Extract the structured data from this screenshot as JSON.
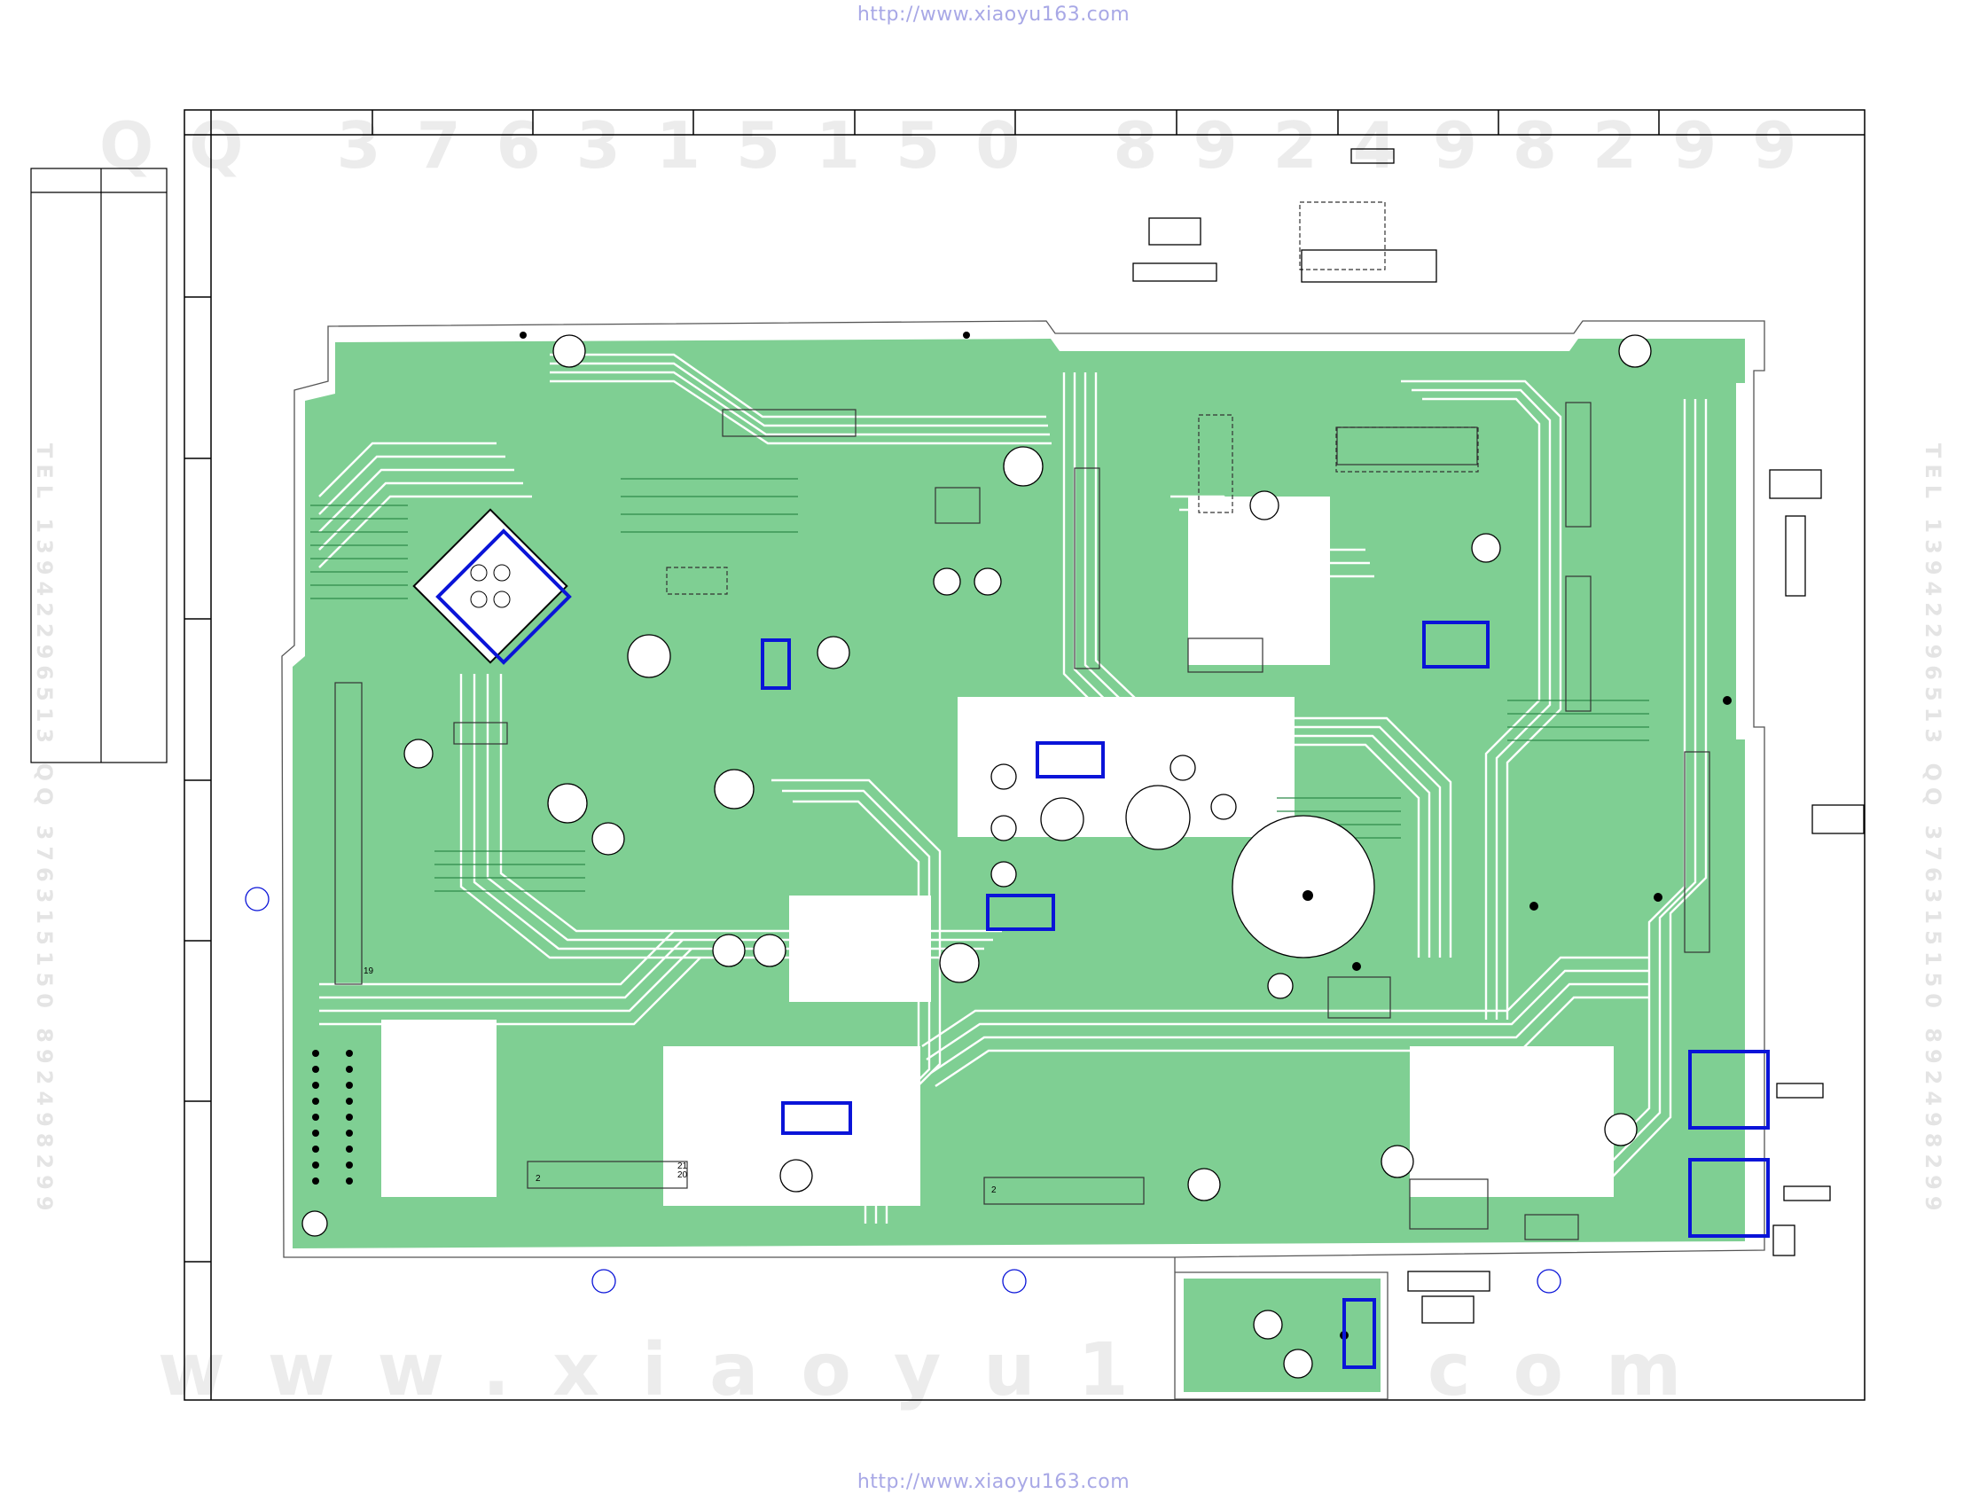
{
  "header": {
    "url_top": "http://www.xiaoyu163.com",
    "url_bottom": "http://www.xiaoyu163.com"
  },
  "watermarks": {
    "top_digits": "QQ 376315150  892498299",
    "bottom_site": "www.xiaoyu163.com",
    "side_text": "TEL 13942296513  QQ 376315150  892498299"
  },
  "board_marks": {
    "connector_pin_20": "20",
    "connector_pin_2": "2",
    "connector_pin_21": "21",
    "connector_pin_2_b": "2",
    "connector_pin_19": "19"
  },
  "colors": {
    "copper": "#7fcf93",
    "trace_dark": "#2e8b4a",
    "highlight": "#0a14d8",
    "frame": "#000000",
    "url": "#a8a8e6"
  }
}
